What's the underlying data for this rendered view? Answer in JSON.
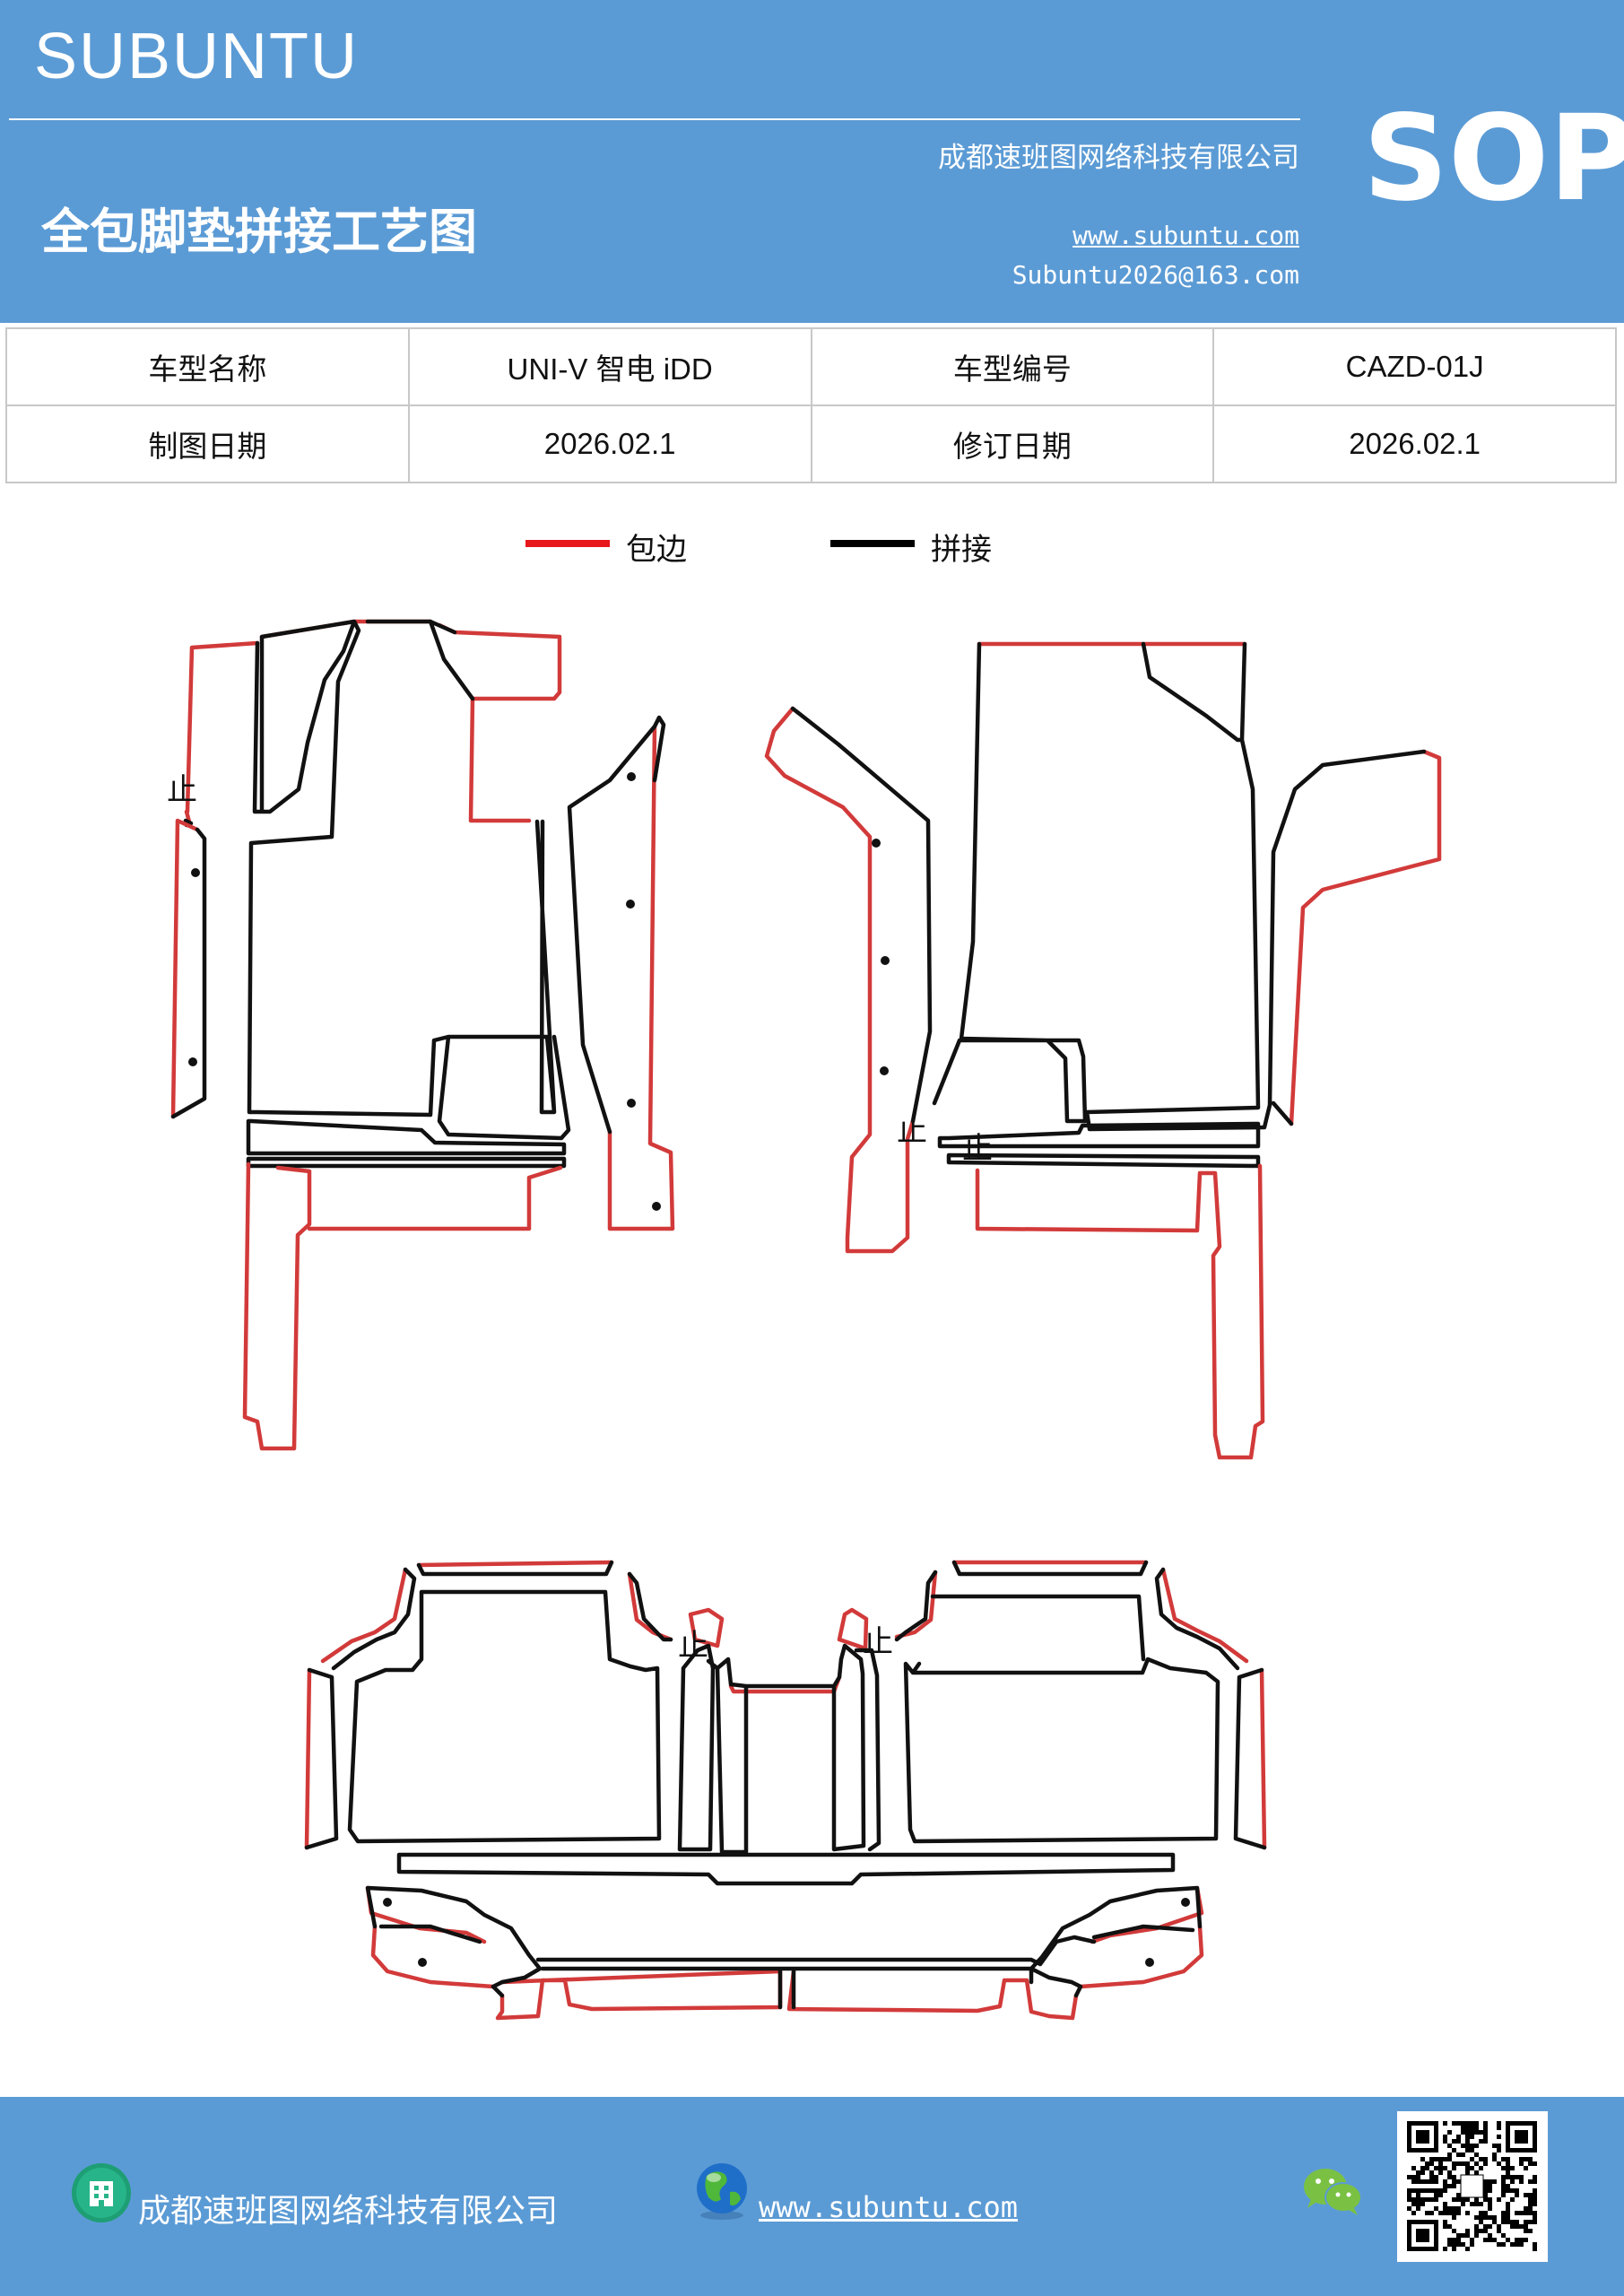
{
  "header": {
    "brand": "SUBUNTU",
    "company": "成都速班图网络科技有限公司",
    "title": "全包脚垫拼接工艺图",
    "website": "www.subuntu.com",
    "email": "Subuntu2026@163.com",
    "badge": "SOP"
  },
  "info_table": {
    "rows": [
      {
        "label1": "车型名称",
        "value1": "UNI-V  智电 iDD",
        "label2": "车型编号",
        "value2": "CAZD-01J"
      },
      {
        "label1": "制图日期",
        "value1": "2026.02.1",
        "label2": "修订日期",
        "value2": "2026.02.1"
      }
    ]
  },
  "legend": {
    "items": [
      {
        "label": "包边",
        "color": "#e8171c"
      },
      {
        "label": "拼接",
        "color": "#000000"
      }
    ]
  },
  "diagram": {
    "edge_color": "#d23a3a",
    "seam_color": "#111111",
    "mark_text": "止"
  },
  "footer": {
    "company": "成都速班图网络科技有限公司",
    "website": "www.subuntu.com "
  },
  "icons": {
    "building": "building-icon",
    "globe": "globe-icon",
    "wechat": "wechat-icon",
    "qr": "qr-code-icon"
  }
}
